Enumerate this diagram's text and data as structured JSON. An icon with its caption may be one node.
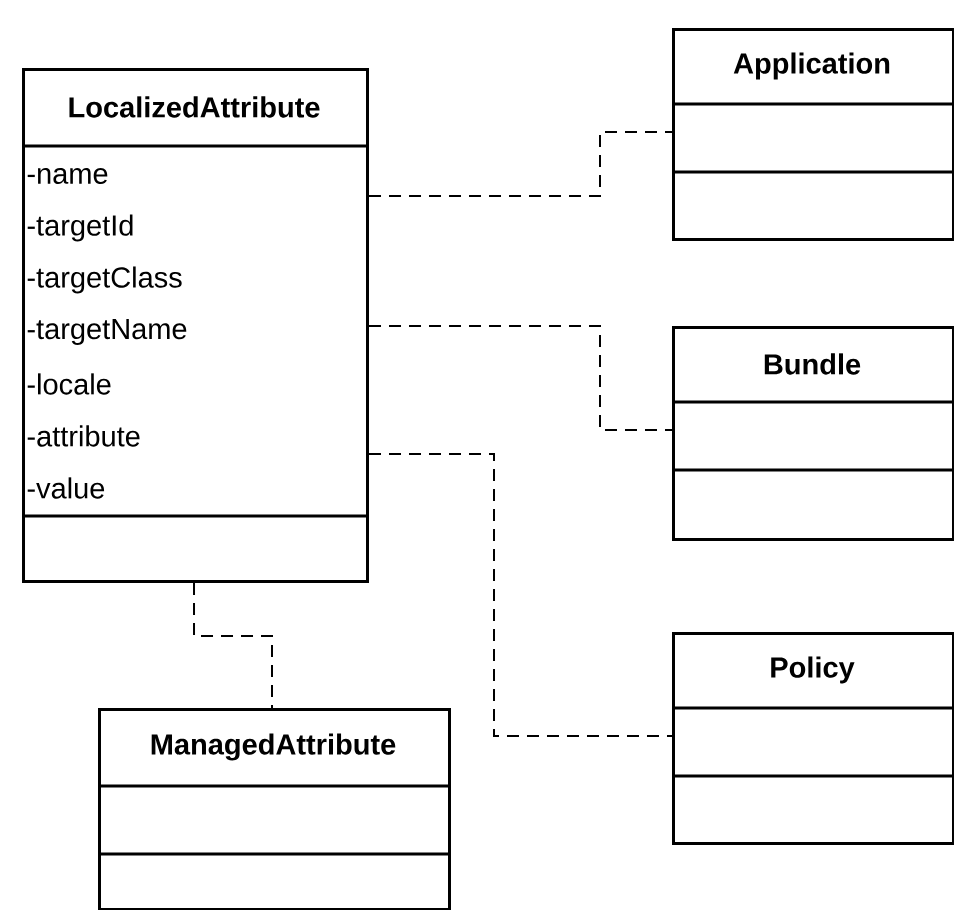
{
  "diagram": {
    "nodes": [
      {
        "text": [
          "LocalizedAttribute",
          "-name",
          "-targetId",
          "-targetClass",
          "-targetName",
          "-locale",
          "-attribute",
          "-value"
        ]
      },
      {
        "text": [
          "Application"
        ]
      },
      {
        "text": [
          "Bundle"
        ]
      },
      {
        "text": [
          "Policy"
        ]
      },
      {
        "text": [
          "ManagedAttribute"
        ]
      }
    ],
    "edges": [
      {
        "from": 0,
        "to": 1,
        "arrow": "none",
        "style": "dashed"
      },
      {
        "from": 0,
        "to": 2,
        "arrow": "none",
        "style": "dashed"
      },
      {
        "from": 0,
        "to": 3,
        "arrow": "none",
        "style": "dashed"
      },
      {
        "from": 0,
        "to": 4,
        "arrow": "none",
        "style": "dashed"
      }
    ]
  }
}
